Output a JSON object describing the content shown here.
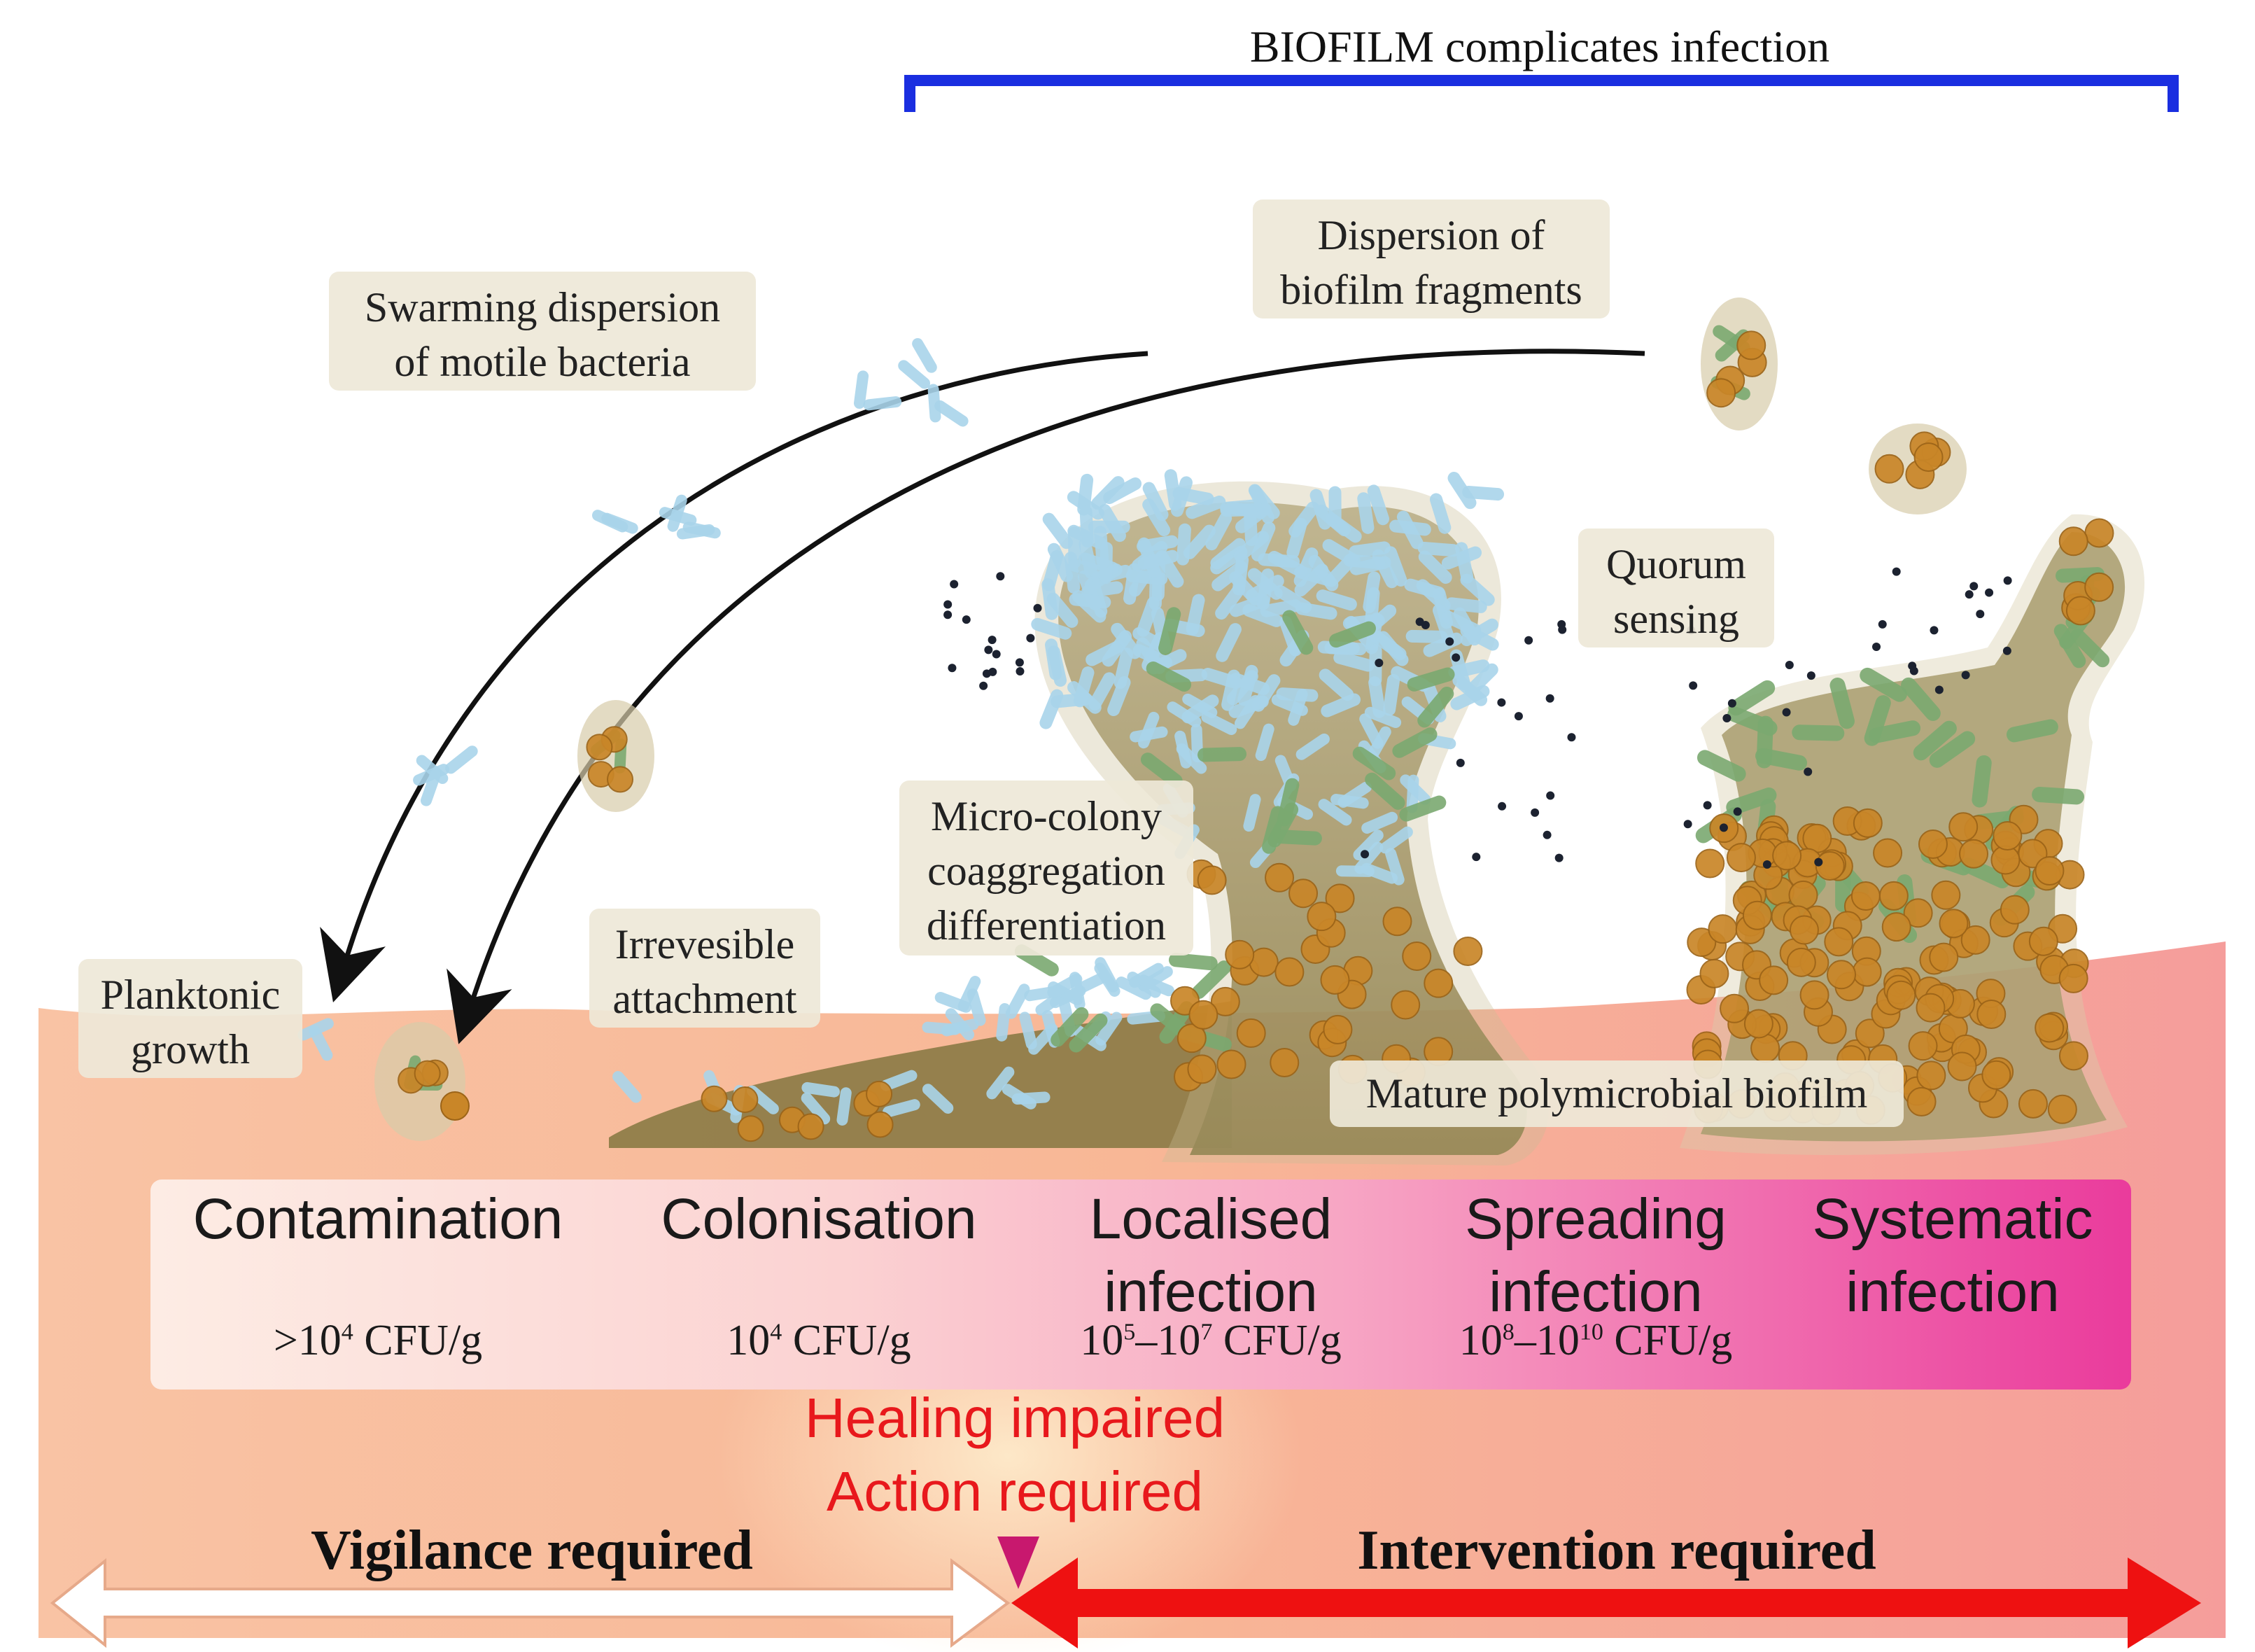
{
  "header": {
    "bracket_label": "BIOFILM complicates infection",
    "bracket_color": "#1a2ee0"
  },
  "annotations": {
    "swarming": [
      "Swarming dispersion",
      "of motile bacteria"
    ],
    "dispersion": [
      "Dispersion of",
      "biofilm fragments"
    ],
    "quorum": [
      "Quorum",
      "sensing"
    ],
    "microcolony": [
      "Micro-colony",
      "coaggregation",
      "differentiation"
    ],
    "irreversible": [
      "Irrevesible",
      "attachment"
    ],
    "planktonic": [
      "Planktonic",
      "growth"
    ],
    "mature": "Mature polymicrobial biofilm"
  },
  "stages": [
    {
      "name": [
        "Contamination"
      ],
      "cfu": {
        "prefix": ">10",
        "exp1": "4",
        "mid": "",
        "exp2": "",
        "suffix": " CFU/g"
      }
    },
    {
      "name": [
        "Colonisation"
      ],
      "cfu": {
        "prefix": "10",
        "exp1": "4",
        "mid": "",
        "exp2": "",
        "suffix": " CFU/g"
      }
    },
    {
      "name": [
        "Localised",
        "infection"
      ],
      "cfu": {
        "prefix": "10",
        "exp1": "5",
        "mid": "–10",
        "exp2": "7",
        "suffix": "  CFU/g"
      }
    },
    {
      "name": [
        "Spreading",
        "infection"
      ],
      "cfu": {
        "prefix": "10",
        "exp1": "8",
        "mid": "–10",
        "exp2": "10",
        "suffix": " CFU/g"
      }
    },
    {
      "name": [
        "Systematic",
        "infection"
      ],
      "cfu": null
    }
  ],
  "warnings": {
    "line1": "Healing impaired",
    "line2": "Action required",
    "color": "#e8181c"
  },
  "actions": {
    "vigilance": "Vigilance required",
    "intervention": "Intervention required",
    "intervention_color": "#ee1111"
  },
  "colors": {
    "tissue": "#f8b898",
    "stage_band_start": "#fde9e0",
    "stage_band_end": "#ec3c9c",
    "biofilm_matrix": "#8a7a45",
    "motile_bacteria": "#a9d4ea",
    "rod_bacteria": "#7aa870",
    "cocci": "#c98628"
  }
}
